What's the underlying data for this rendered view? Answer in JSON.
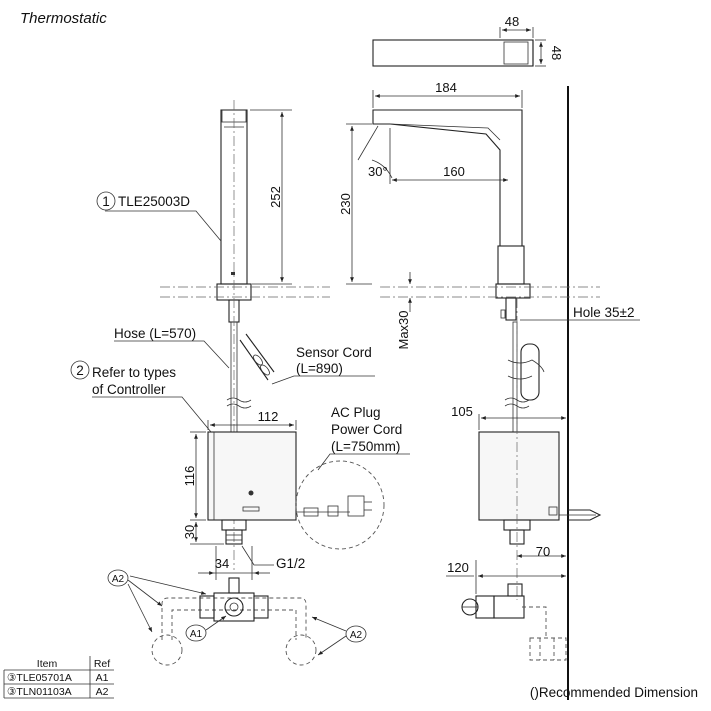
{
  "title": "Thermostatic",
  "parts": {
    "spout_model": "TLE25003D",
    "spout_callout": "1",
    "controller_callout": "2",
    "controller_note_line1": "Refer to types",
    "controller_note_line2": "of Controller"
  },
  "labels": {
    "hose": "Hose (L=570)",
    "sensor_cord_line1": "Sensor Cord",
    "sensor_cord_line2": "(L=890)",
    "ac_plug_line1": "AC Plug",
    "ac_plug_line2": "Power Cord",
    "ac_plug_line3": "(L=750mm)",
    "thread": "G1/2",
    "hole": "Hole 35±2",
    "angle": "30°",
    "max": "Max30",
    "recommended": "()Recommended Dimension"
  },
  "dimensions": {
    "top_width": "48",
    "top_depth": "48",
    "spout_reach": "184",
    "spout_inner": "160",
    "spout_height": "230",
    "faucet_height": "252",
    "box_width": "112",
    "box_height": "116",
    "fitting_height": "30",
    "fitting_width": "34",
    "side_box_width": "105",
    "wall_to_fitting": "70",
    "wall_to_valve": "120"
  },
  "callouts": {
    "a1": "A1",
    "a2": "A2"
  },
  "table": {
    "headers": [
      "Item",
      "Ref"
    ],
    "rows": [
      {
        "item": "③TLE05701A",
        "ref": "A1"
      },
      {
        "item": "③TLN01103A",
        "ref": "A2"
      }
    ]
  }
}
